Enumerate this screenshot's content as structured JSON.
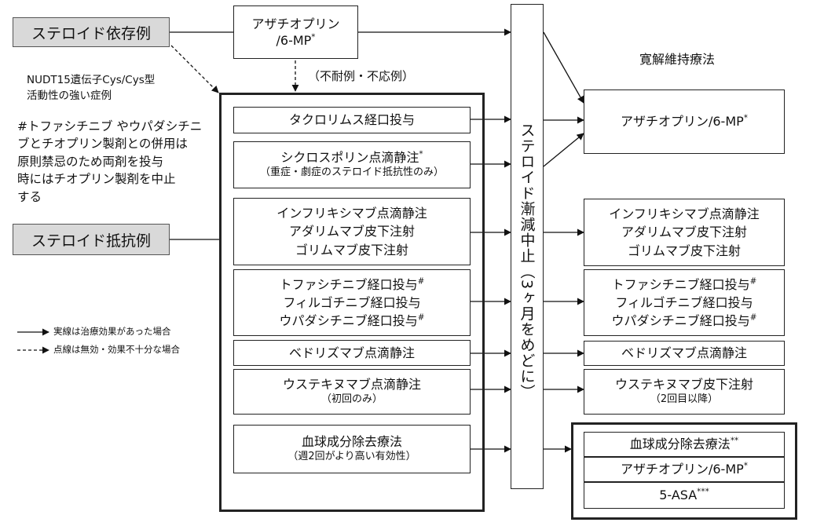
{
  "left": {
    "steroid_dependent": "ステロイド依存例",
    "nudt15_note_line1": "NUDT15遺伝子Cys/Cys型",
    "nudt15_note_line2": "活動性の強い症例",
    "hash_note": [
      "#トファシチニブ やウパダシチニ",
      "ブとチオプリン製剤との併用は",
      "原則禁忌のため両剤を投与",
      "時にはチオプリン製剤を中止",
      "する"
    ],
    "steroid_resistant": "ステロイド抵抗例",
    "legend_solid": "実線は治療効果があった場合",
    "legend_dashed": "点線は無効・効果不十分な場合"
  },
  "top": {
    "aza_line1": "アザチオプリン",
    "aza_line2": "/6-MP",
    "aza_sup": "*",
    "intolerant": "（不耐例・不応例）"
  },
  "center": [
    {
      "lines": [
        "タクロリムス経口投与"
      ]
    },
    {
      "lines": [
        "シクロスポリン点滴静注"
      ],
      "sup": "*",
      "sub": "（重症・劇症のステロイド抵抗性のみ）"
    },
    {
      "lines": [
        "インフリキシマブ点滴静注",
        "アダリムマブ皮下注射",
        "ゴリムマブ皮下注射"
      ]
    },
    {
      "lines": [
        "トファシチニブ経口投与",
        "フィルゴチニブ経口投与",
        "ウパダシチニブ経口投与"
      ],
      "sups": [
        "#",
        "",
        "#"
      ]
    },
    {
      "lines": [
        "ベドリズマブ点滴静注"
      ]
    },
    {
      "lines": [
        "ウステキヌマブ点滴静注"
      ],
      "sub": "（初回のみ）"
    },
    {
      "lines": [
        "血球成分除去療法"
      ],
      "sub": "（週2回がより高い有効性）"
    }
  ],
  "taper": "ステロイド漸減中止（3ヶ月をめどに）",
  "right": {
    "maintenance_title": "寛解維持療法",
    "aza": "アザチオプリン/6-MP",
    "aza_sup": "*",
    "biologics": [
      "インフリキシマブ点滴静注",
      "アダリムマブ皮下注射",
      "ゴリムマブ皮下注射"
    ],
    "jak": [
      "トファシチニブ経口投与",
      "フィルゴチニブ経口投与",
      "ウパダシチニブ経口投与"
    ],
    "jak_sups": [
      "#",
      "",
      "#"
    ],
    "vedolizumab": "ベドリズマブ点滴静注",
    "ustekinumab": "ウステキヌマブ皮下注射",
    "ustekinumab_sub": "（2回目以降）",
    "cap": "血球成分除去療法",
    "cap_sup": "**",
    "aza2": "アザチオプリン/6-MP",
    "aza2_sup": "*",
    "asa": "5-ASA",
    "asa_sup": "***"
  }
}
